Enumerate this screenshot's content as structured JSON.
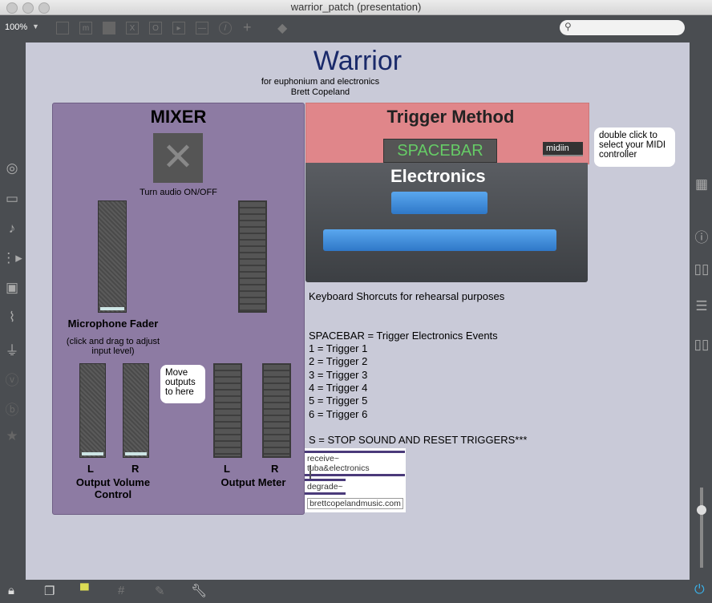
{
  "window": {
    "title": "warrior_patch (presentation)"
  },
  "toolbar": {
    "zoom": "100%"
  },
  "header": {
    "title": "Warrior",
    "subtitle": "for euphonium and electronics",
    "author": "Brett Copeland"
  },
  "mixer": {
    "title": "MIXER",
    "audio_toggle_label": "Turn audio ON/OFF",
    "mic_fader_label": "Microphone Fader",
    "mic_fader_hint": "(click and drag to adjust input level)",
    "left": "L",
    "right": "R",
    "output_volume_label": "Output Volume Control",
    "output_meter_label": "Output Meter",
    "move_outputs_bubble": "Move outputs to here"
  },
  "trigger": {
    "title": "Trigger Method",
    "method": "SPACEBAR",
    "midiin": "midiin",
    "midi_bubble": "double click to select your MIDI controller"
  },
  "electronics": {
    "title": "Electronics"
  },
  "shortcuts": {
    "heading": "Keyboard Shorcuts for rehearsal purposes",
    "lines": [
      "SPACEBAR = Trigger Electronics Events",
      "1 = Trigger 1",
      "2 = Trigger 2",
      "3 = Trigger 3",
      "4 = Trigger 4",
      "5 = Trigger 5",
      "6 = Trigger 6"
    ],
    "stop": "S = STOP SOUND AND RESET TRIGGERS***"
  },
  "objects": {
    "receive": "receive~ tuba&electronics",
    "degrade": "degrade~",
    "website": "brettcopelandmusic.com"
  }
}
